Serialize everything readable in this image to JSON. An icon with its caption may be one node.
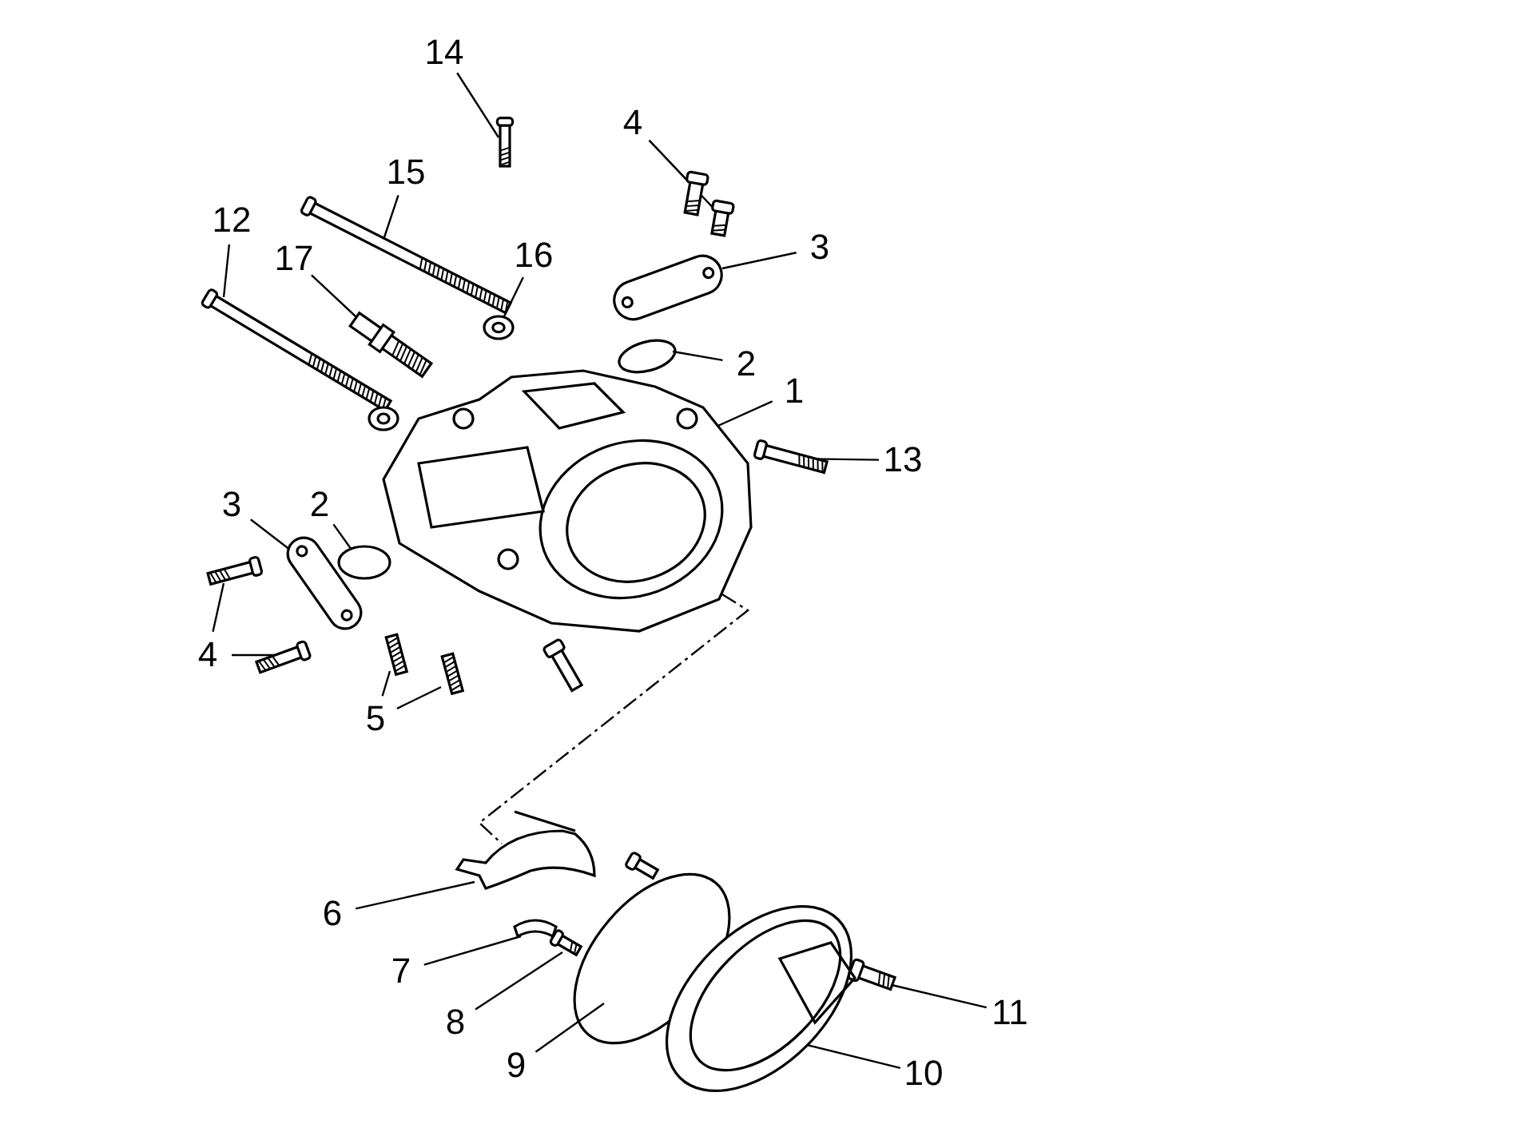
{
  "diagram": {
    "nodes": [
      {
        "text": [
          "14"
        ]
      },
      {
        "text": [
          "4"
        ]
      },
      {
        "text": [
          "15"
        ]
      },
      {
        "text": [
          "12"
        ]
      },
      {
        "text": [
          "17"
        ]
      },
      {
        "text": [
          "16"
        ]
      },
      {
        "text": [
          "3"
        ]
      },
      {
        "text": [
          "2"
        ]
      },
      {
        "text": [
          "1"
        ]
      },
      {
        "text": [
          "13"
        ]
      },
      {
        "text": [
          "3"
        ]
      },
      {
        "text": [
          "2"
        ]
      },
      {
        "text": [
          "4"
        ]
      },
      {
        "text": [
          "5"
        ]
      },
      {
        "text": [
          "6"
        ]
      },
      {
        "text": [
          "7"
        ]
      },
      {
        "text": [
          "8"
        ]
      },
      {
        "text": [
          "9"
        ]
      },
      {
        "text": [
          "11"
        ]
      },
      {
        "text": [
          "10"
        ]
      },
      {
        "text": [],
        "shape": "picture"
      },
      {
        "text": [],
        "shape": "picture"
      },
      {
        "text": [],
        "shape": "picture"
      },
      {
        "text": [],
        "shape": "picture"
      },
      {
        "text": [],
        "shape": "picture"
      },
      {
        "text": [],
        "shape": "picture"
      },
      {
        "text": [],
        "shape": "picture"
      },
      {
        "text": [],
        "shape": "picture"
      },
      {
        "text": [],
        "shape": "circle"
      },
      {
        "text": [],
        "shape": "picture"
      },
      {
        "text": [],
        "shape": "picture"
      },
      {
        "text": [],
        "shape": "picture"
      },
      {
        "text": [],
        "shape": "circle"
      },
      {
        "text": [],
        "shape": "picture"
      },
      {
        "text": [],
        "shape": "picture"
      },
      {
        "text": [],
        "shape": "picture"
      },
      {
        "text": [],
        "shape": "picture"
      },
      {
        "text": [],
        "shape": "picture"
      },
      {
        "text": [],
        "shape": "picture"
      },
      {
        "text": [],
        "shape": "picture"
      },
      {
        "text": [],
        "shape": "circle"
      },
      {
        "text": [],
        "shape": "picture"
      },
      {
        "text": [],
        "shape": "picture"
      }
    ],
    "edges": [
      {
        "from": 0,
        "to": 20,
        "arrow": "none"
      },
      {
        "from": 1,
        "to": 21,
        "arrow": "none"
      },
      {
        "from": 1,
        "to": 22,
        "arrow": "none"
      },
      {
        "from": 2,
        "to": 23,
        "arrow": "none"
      },
      {
        "from": 3,
        "to": 24,
        "arrow": "none"
      },
      {
        "from": 4,
        "to": 25,
        "arrow": "none"
      },
      {
        "from": 5,
        "to": 26,
        "arrow": "none"
      },
      {
        "from": 6,
        "to": 27,
        "arrow": "none"
      },
      {
        "from": 7,
        "to": 28,
        "arrow": "none"
      },
      {
        "from": 8,
        "to": 29,
        "arrow": "none"
      },
      {
        "from": 9,
        "to": 30,
        "arrow": "none"
      },
      {
        "from": 10,
        "to": 31,
        "arrow": "none"
      },
      {
        "from": 11,
        "to": 32,
        "arrow": "none"
      },
      {
        "from": 12,
        "to": 33,
        "arrow": "none"
      },
      {
        "from": 12,
        "to": 34,
        "arrow": "none"
      },
      {
        "from": 13,
        "to": 35,
        "arrow": "none"
      },
      {
        "from": 13,
        "to": 36,
        "arrow": "none"
      },
      {
        "from": 14,
        "to": 37,
        "arrow": "none"
      },
      {
        "from": 15,
        "to": 38,
        "arrow": "none"
      },
      {
        "from": 16,
        "to": 39,
        "arrow": "none"
      },
      {
        "from": 17,
        "to": 40,
        "arrow": "none"
      },
      {
        "from": 18,
        "to": 41,
        "arrow": "none"
      },
      {
        "from": 19,
        "to": 42,
        "arrow": "none"
      },
      {
        "from": 29,
        "to": 37,
        "arrow": "none",
        "style": "dashed"
      }
    ]
  }
}
